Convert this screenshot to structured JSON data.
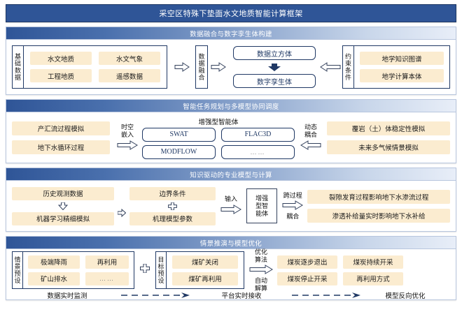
{
  "title": "采空区特殊下垫面水文地质智能计算框架",
  "colors": {
    "title_bar": "#2f5597",
    "header_gradient_start": "#2f5597",
    "header_gradient_end": "#e8eef8",
    "tag_fill": "#fbecd0",
    "border": "#1f3864"
  },
  "sections": [
    {
      "header": "数据融合与数字孪生体构建",
      "left_label": "基础数据",
      "left_tags": [
        "水文地质",
        "水文气象",
        "工程地质",
        "遥感数据"
      ],
      "fuse_label": "数据融合",
      "center_boxes": [
        "数据立方体",
        "数字孪生体"
      ],
      "right_label": "约束条件",
      "right_tags": [
        "地学知识图谱",
        "地学计算本体"
      ],
      "arrow_in": "arrow-right-icon",
      "arrow_out": "arrow-right-icon",
      "arrow_back": "arrow-left-icon",
      "arrow_down": "arrow-down-thick-icon"
    },
    {
      "header": "智能任务规划与多模型协同调度",
      "left_tags": [
        "产汇流过程模拟",
        "地下水循环过程"
      ],
      "left_connector": "时空嵌入",
      "left_connector_l1": "时空",
      "left_connector_l2": "嵌入",
      "center_caption": "增强型智能体",
      "center_models": [
        "SWAT",
        "FLAC3D",
        "MODFLOW",
        "……"
      ],
      "right_connector_l1": "动态",
      "right_connector_l2": "耦合",
      "right_tags": [
        "覆岩（土）体稳定性模拟",
        "未来多气候情景模拟"
      ]
    },
    {
      "header": "知识驱动的专业模型与计算",
      "col_a": [
        "历史观测数据",
        "机器学习精细模拟"
      ],
      "col_a_icon": "arrow-down-small-icon",
      "between_icon": "arrow-right-small-icon",
      "col_b": [
        "边界条件",
        "机理模型参数"
      ],
      "col_b_icon": "plus-icon",
      "input_label": "输入",
      "agent_box": "增强型智能体",
      "agent_line1": "增强",
      "agent_line2": "型智",
      "agent_line3": "能体",
      "out_label_top": "跨过程",
      "out_label_bottom": "耦合",
      "right_tags": [
        "裂隙发育过程影响地下水渗流过程",
        "渗透补给量实时影响地下水补给"
      ]
    },
    {
      "header": "情景推演与模型优化",
      "left_label": "情景预设",
      "left_tags": [
        "极端降雨",
        "再利用",
        "矿山排水",
        "……"
      ],
      "join_icon": "plus-icon",
      "mid_label": "目标预设",
      "mid_tags": [
        "煤矿关闭",
        "煤矿再利用"
      ],
      "opt_label_top": "优化算法",
      "opt_label_top_l1": "优化",
      "opt_label_top_l2": "算法",
      "opt_label_bottom_l1": "自动",
      "opt_label_bottom_l2": "解算",
      "right_tags": [
        "煤炭逐步退出",
        "煤炭持续开采",
        "煤炭停止开采",
        "再利用方式"
      ],
      "footer": {
        "left": "数据实时监测",
        "middle": "平台实时接收",
        "right": "模型反向优化",
        "connector_icon": "dashed-arrow-right-icon"
      }
    }
  ]
}
